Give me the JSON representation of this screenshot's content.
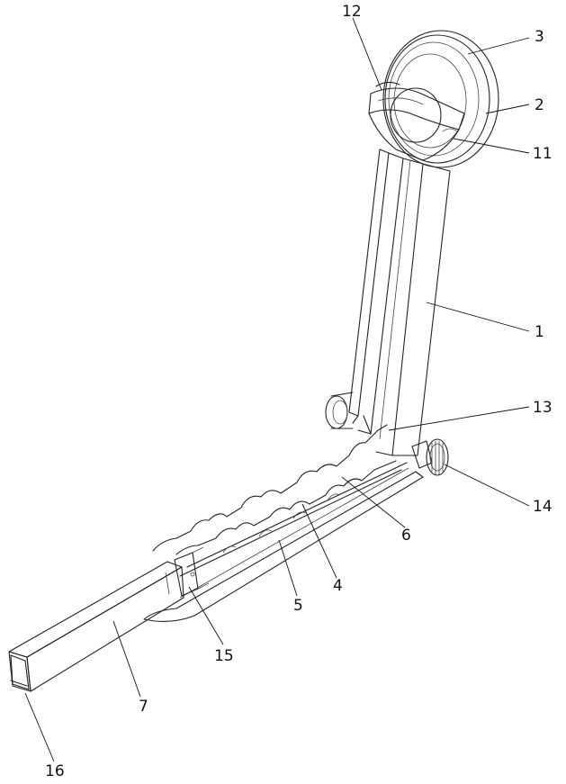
{
  "labels": {
    "l1": "1",
    "l2": "2",
    "l3": "3",
    "l4": "4",
    "l5": "5",
    "l6": "6",
    "l7": "7",
    "l11": "11",
    "l12": "12",
    "l13": "13",
    "l14": "14",
    "l15": "15",
    "l16": "16"
  }
}
